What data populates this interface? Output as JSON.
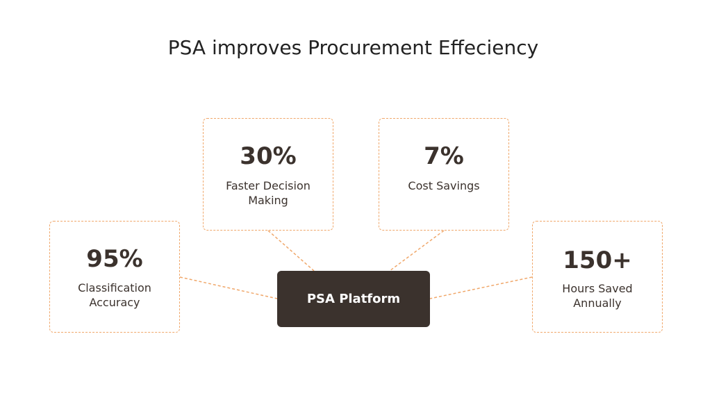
{
  "title": "PSA improves Procurement Effeciency",
  "center": {
    "label": "PSA Platform"
  },
  "metrics": {
    "faster_decision": {
      "value": "30%",
      "label": "Faster Decision Making"
    },
    "cost_savings": {
      "value": "7%",
      "label": "Cost Savings"
    },
    "classification": {
      "value": "95%",
      "label": "Classification Accuracy"
    },
    "hours_saved": {
      "value": "150+",
      "label": "Hours Saved Annually"
    }
  },
  "colors": {
    "accent_dashed_border": "#f0a76a",
    "center_box": "#3b322d",
    "text_dark": "#3b322d"
  }
}
